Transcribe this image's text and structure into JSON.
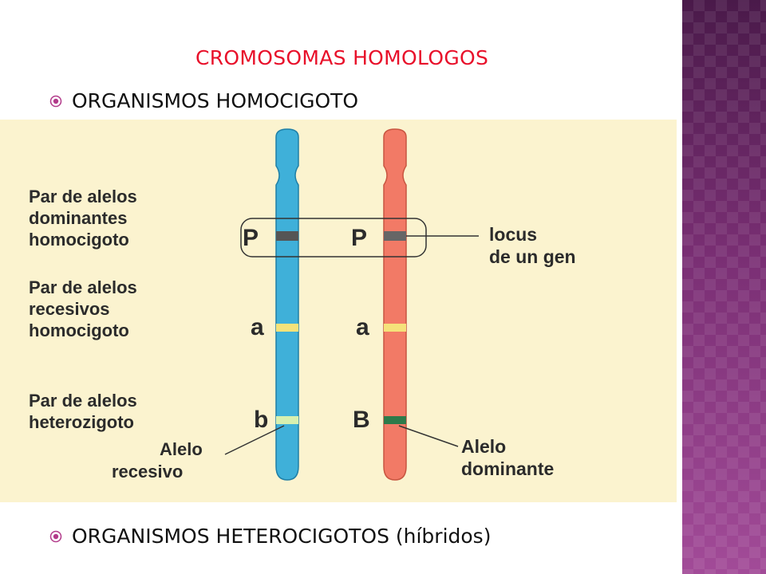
{
  "slide": {
    "title": "CROMOSOMAS HOMOLOGOS",
    "bullet_top": "ORGANISMOS HOMOCIGOTO",
    "bullet_bottom": "ORGANISMOS HETEROCIGOTOS (híbridos)"
  },
  "colors": {
    "title": "#e8102a",
    "chromosome_left": "#3fb0d9",
    "chromosome_right": "#f27a66",
    "diagram_background": "#fbf3cf",
    "sidebar": "#7a2f74"
  },
  "icons": {
    "bullet": "target-bullet-icon"
  },
  "diagram": {
    "left_labels": {
      "dominant_pair": [
        "Par de alelos",
        "dominantes",
        "homocigoto"
      ],
      "recessive_pair": [
        "Par de alelos",
        "recesivos",
        "homocigoto"
      ],
      "heterozygous_pair": [
        "Par de alelos",
        "heterozigoto"
      ],
      "recessive_allele": [
        "Alelo",
        "recesivo"
      ]
    },
    "right_labels": {
      "locus": [
        "locus",
        "de un gen"
      ],
      "dominant_allele": [
        "Alelo",
        "dominante"
      ]
    },
    "alleles": {
      "left_dominant": "P",
      "right_dominant": "P",
      "left_recessive": "a",
      "right_recessive": "a",
      "left_hetero": "b",
      "right_hetero": "B"
    }
  }
}
